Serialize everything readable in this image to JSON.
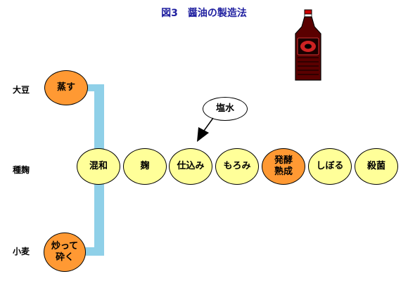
{
  "title": "図3　醤油の製造法",
  "colors": {
    "title": "#2020a0",
    "connector": "#8fd0e8",
    "node_yellow": "#ffff99",
    "node_orange": "#ff9933"
  },
  "ingredients": {
    "soybean": "大豆",
    "koji_seed": "種麹",
    "wheat": "小麦"
  },
  "prep": {
    "steam": "蒸す",
    "roast_crush": "炒って\n砕く"
  },
  "process_steps": [
    "混和",
    "麹",
    "仕込み",
    "もろみ",
    "発酵\n熟成",
    "しぼる",
    "殺菌"
  ],
  "salt_water": "塩水",
  "product_icon": "soy-sauce-bottle-icon"
}
